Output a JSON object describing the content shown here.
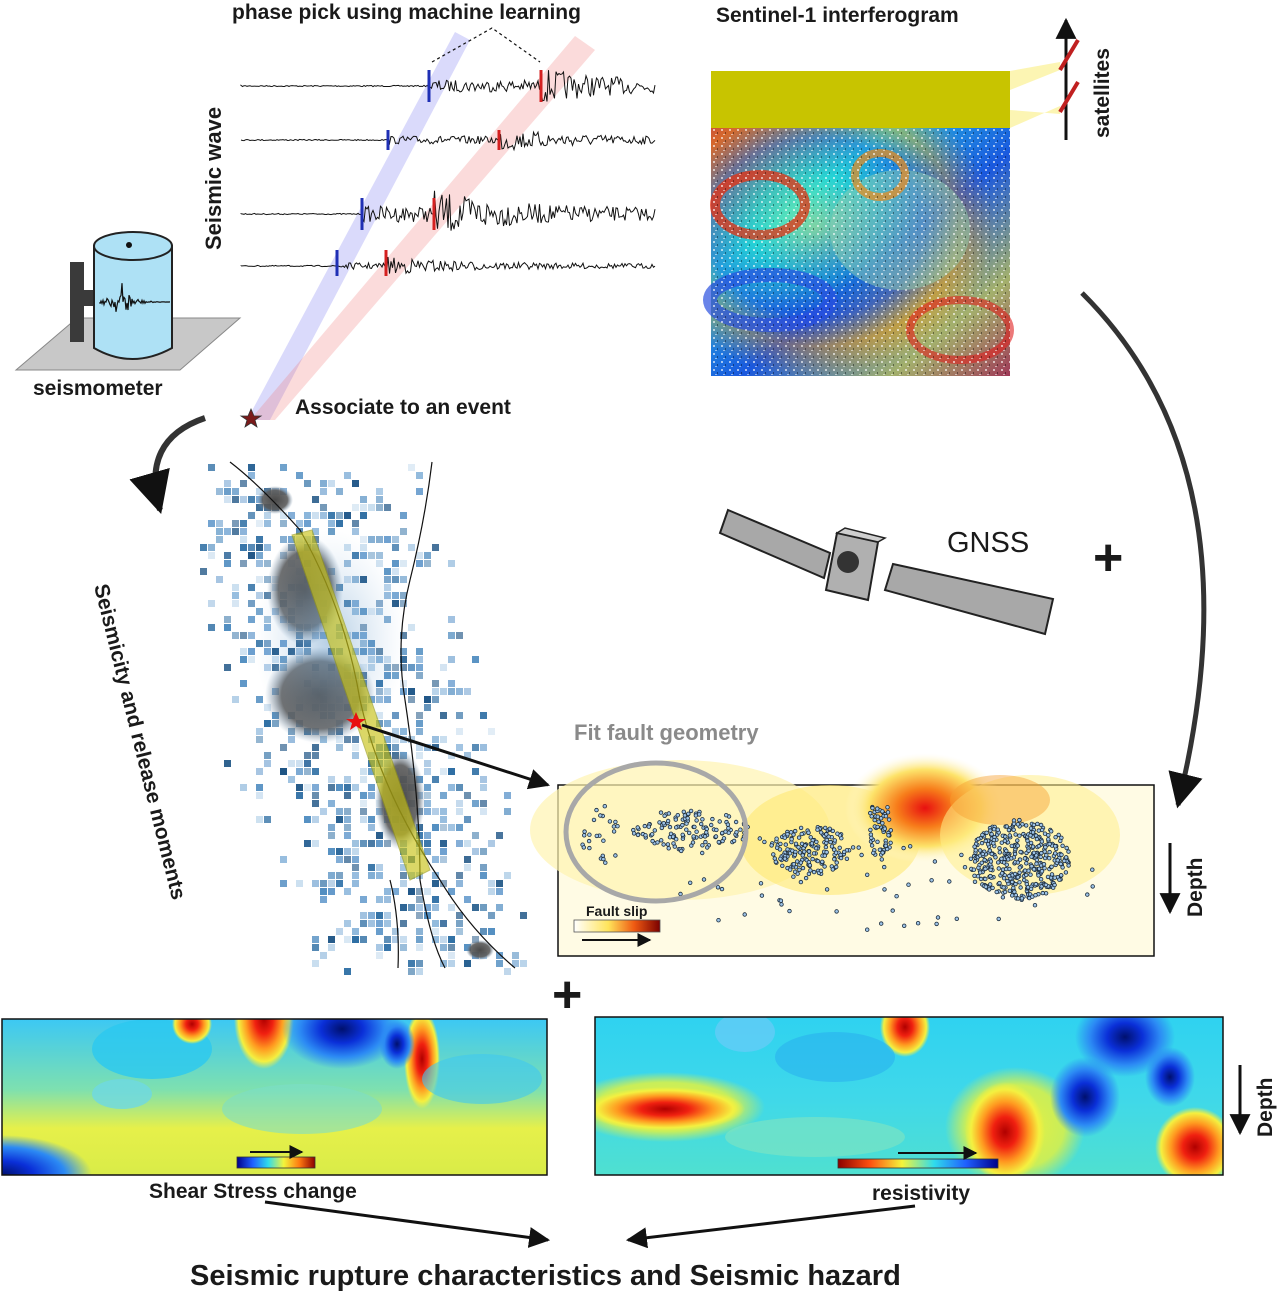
{
  "labels": {
    "phase_pick": "phase pick using machine learning",
    "sentinel": "Sentinel-1 interferogram",
    "satellites": "satellites",
    "seismic_wave": "Seismic wave",
    "seismometer": "seismometer",
    "associate": "Associate to an event",
    "gnss": "GNSS",
    "plus": "+",
    "seismicity": "Seismicity and release moments",
    "fit_fault": "Fit fault geometry",
    "fault_slip": "Fault slip",
    "depth": "Depth",
    "shear_stress": "Shear Stress change",
    "resistivity": "resistivity",
    "conclusion": "Seismic rupture characteristics and Seismic hazard"
  },
  "colors": {
    "p_pick": "#1f2fb5",
    "s_pick": "#d42020",
    "seismometer_body": "#aee1f5",
    "text": "#1a1a1a",
    "fault_band": "#c9c316",
    "grey_text": "#8a8a8a"
  }
}
